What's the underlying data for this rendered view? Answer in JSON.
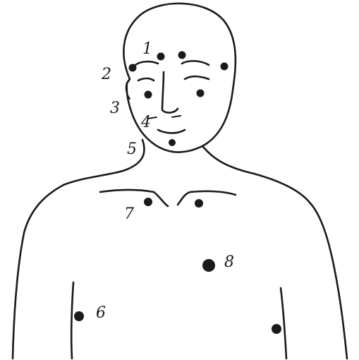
{
  "diagram": {
    "ink_color": "#1a1a1a",
    "background": "#ffffff",
    "labels": {
      "p1": "1",
      "p2": "2",
      "p3": "3",
      "p4": "4",
      "p5": "5",
      "p6": "6",
      "p7": "7",
      "p8": "8"
    }
  }
}
